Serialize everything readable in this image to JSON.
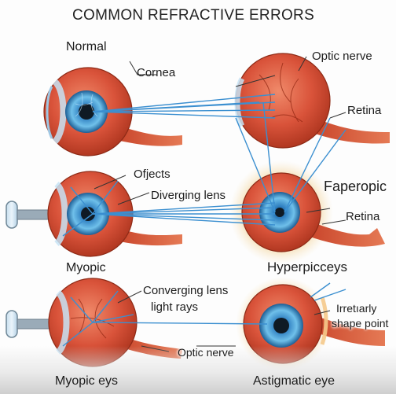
{
  "title": "COMMON REFRACTIVE ERRORS",
  "labels": {
    "normal": "Normal",
    "cornea": "Cornea",
    "optic_nerve_top": "Optic nerve",
    "retina_top": "Retina",
    "ofjects": "Ofjects",
    "diverging_lens": "Diverging lens",
    "faperopic": "Faperopic",
    "retina_mid": "Retina",
    "myopic": "Myopic",
    "hyperpicceys": "Hyperpicceys",
    "converging_lens": "Converging lens",
    "light_rays": "light rays",
    "irretiarly": "Irretıarly",
    "shape_point": "shape point",
    "optic_nerve_bottom": "Optic nerve",
    "myopic_eys": "Myopic eys",
    "astigmatic_eye": "Astigmatic eye"
  },
  "colors": {
    "sclera": "#d9533a",
    "sclera_dark": "#b8391f",
    "iris": "#4aa3d6",
    "ray": "#3b8fd0",
    "lens_frame": "#7a8d9c",
    "halo": "#f3d9a8"
  }
}
